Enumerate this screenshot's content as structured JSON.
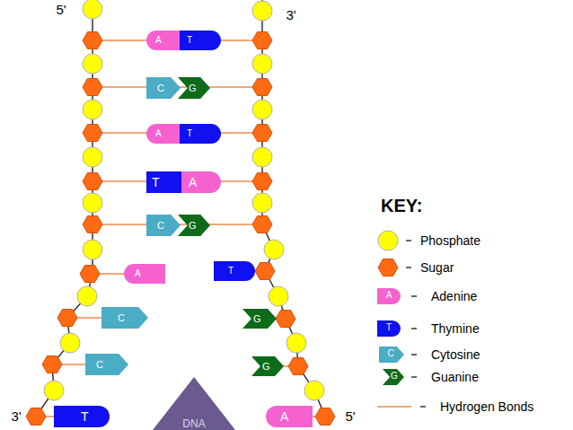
{
  "diagram": {
    "nodes": [
      {
        "text": [
          "A"
        ]
      },
      {
        "text": [
          "T"
        ]
      },
      {
        "text": [
          "C"
        ]
      },
      {
        "text": [
          "G"
        ]
      },
      {
        "text": [
          "A"
        ]
      },
      {
        "text": [
          "T"
        ]
      },
      {
        "text": [
          "T"
        ]
      },
      {
        "text": [
          "A"
        ]
      },
      {
        "text": [
          "C"
        ]
      },
      {
        "text": [
          "G"
        ]
      },
      {
        "text": [
          "A"
        ]
      },
      {
        "text": [
          "T"
        ]
      },
      {
        "text": [
          "C"
        ]
      },
      {
        "text": [
          "G"
        ]
      },
      {
        "text": [
          "C"
        ]
      },
      {
        "text": [
          "G"
        ]
      },
      {
        "text": [
          "DNA"
        ]
      },
      {
        "text": [
          "T"
        ]
      },
      {
        "text": [
          "A"
        ]
      }
    ],
    "labels": [
      "5'",
      "3'",
      "3'",
      "5'",
      "KEY:",
      "A",
      "T",
      "C",
      "G"
    ],
    "legend": [
      {
        "text": "Phosphate",
        "color": "#ffff00"
      },
      {
        "text": "Sugar",
        "color": "#ff6a13"
      },
      {
        "text": "Adenine",
        "color": "#f562d0"
      },
      {
        "text": "Thymine",
        "color": "#1010f0"
      },
      {
        "text": "Cytosine",
        "color": "#4bacc6"
      },
      {
        "text": "Guanine",
        "color": "#0e6b1a"
      },
      {
        "text": "Hydrogen Bonds"
      }
    ]
  }
}
